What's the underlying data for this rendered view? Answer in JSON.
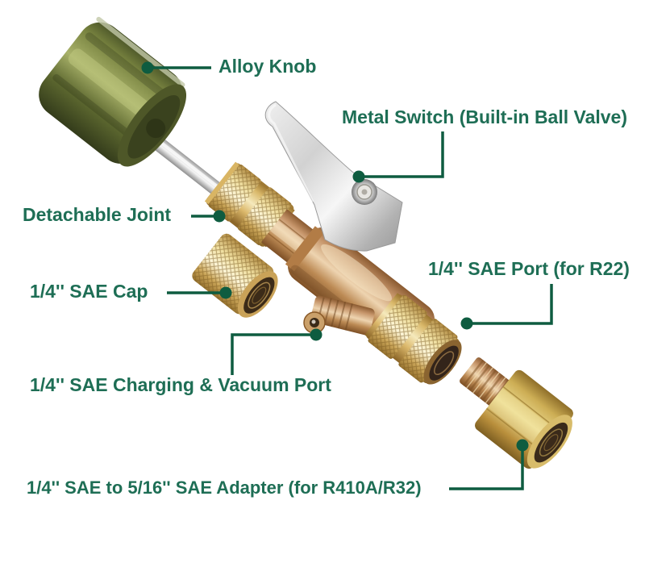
{
  "title": "AC valve core remover tool annotated diagram",
  "colors": {
    "background": "#ffffff",
    "label_text": "#1e6e55",
    "leader_line": "#0e5c40",
    "knob_olive": "#6f7b3e",
    "shaft_silver": "#d8d8d8",
    "knurled_gold": "#e9d28a",
    "body_brass": "#c6956a",
    "adapter_gold": "#d9bc62",
    "switch_silver": "#d4d4d4"
  },
  "labels": {
    "alloy_knob": "Alloy Knob",
    "metal_switch": "Metal Switch (Built-in Ball Valve)",
    "detachable_joint": "Detachable Joint",
    "sae_cap": "1/4'' SAE Cap",
    "sae_port_r22": "1/4'' SAE Port (for R22)",
    "charging_vacuum_port": "1/4'' SAE Charging & Vacuum Port",
    "sae_adapter": "1/4'' SAE to 5/16'' SAE Adapter (for R410A/R32)"
  }
}
